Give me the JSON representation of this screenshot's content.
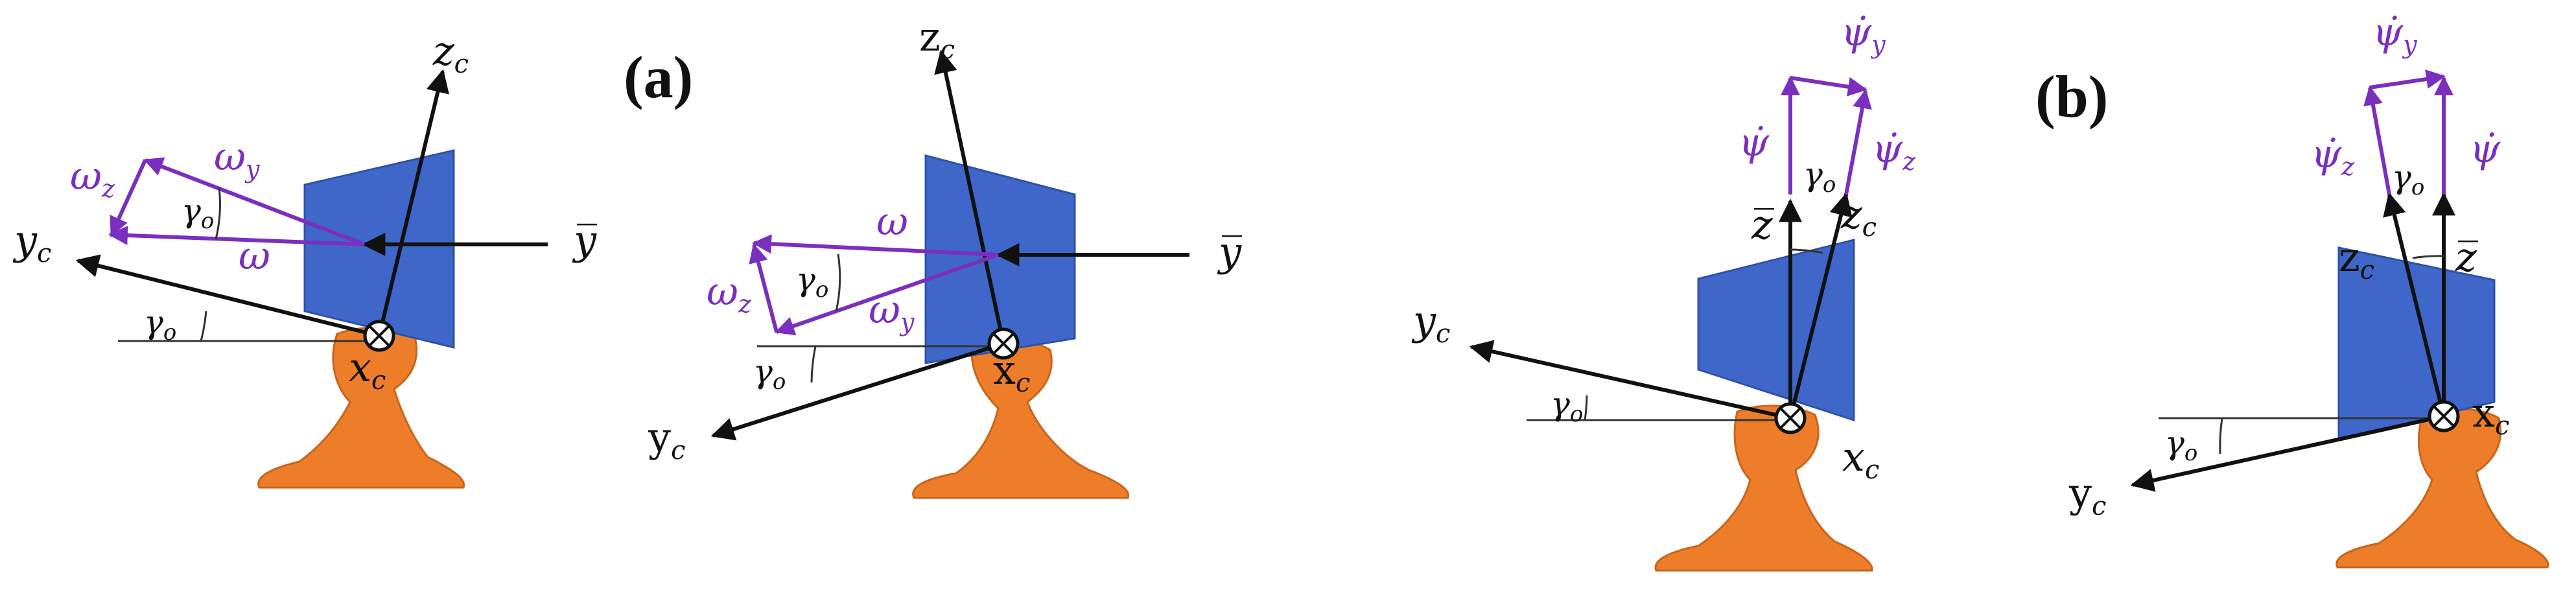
{
  "colors": {
    "rail": "#EE7D2A",
    "rail_outline": "#C9651B",
    "wheel": "#3E67C9",
    "wheel_outline": "#2F52A8",
    "axis": "#111111",
    "vector": "#7B2FBE",
    "thin_line": "#333333"
  },
  "panel_labels": {
    "a": "(a)",
    "b": "(b)"
  },
  "figure_a_left": {
    "axes": {
      "z": "z",
      "y": "y",
      "x": "x",
      "sub": "c"
    },
    "ybar": "y̅̅",
    "gamma": "γ",
    "gamma_sub": "o",
    "vectors": {
      "omega": "ω",
      "omega_y": "ω",
      "omega_y_sub": "y",
      "omega_z": "ω",
      "omega_z_sub": "z"
    }
  },
  "figure_a_right": {
    "axes": {
      "z": "z",
      "y": "y",
      "x": "x",
      "sub": "c"
    },
    "ybar": "y̅̅",
    "gamma": "γ",
    "gamma_sub": "o",
    "vectors": {
      "omega": "ω",
      "omega_y": "ω",
      "omega_y_sub": "y",
      "omega_z": "ω",
      "omega_z_sub": "z"
    }
  },
  "figure_b_left": {
    "axes": {
      "z": "z",
      "y": "y",
      "x": "x",
      "sub": "c"
    },
    "zbar": "z̅̅",
    "gamma": "γ",
    "gamma_sub": "o",
    "vectors": {
      "psi": "ψ̇",
      "psi_y": "ψ̇",
      "psi_y_sub": "y",
      "psi_z": "ψ̇",
      "psi_z_sub": "z"
    }
  },
  "figure_b_right": {
    "axes": {
      "z": "z",
      "y": "y",
      "x": "x",
      "sub": "c"
    },
    "zbar": "z̅̅",
    "gamma": "γ",
    "gamma_sub": "o",
    "vectors": {
      "psi": "ψ̇",
      "psi_y": "ψ̇",
      "psi_y_sub": "y",
      "psi_z": "ψ̇",
      "psi_z_sub": "z"
    }
  }
}
